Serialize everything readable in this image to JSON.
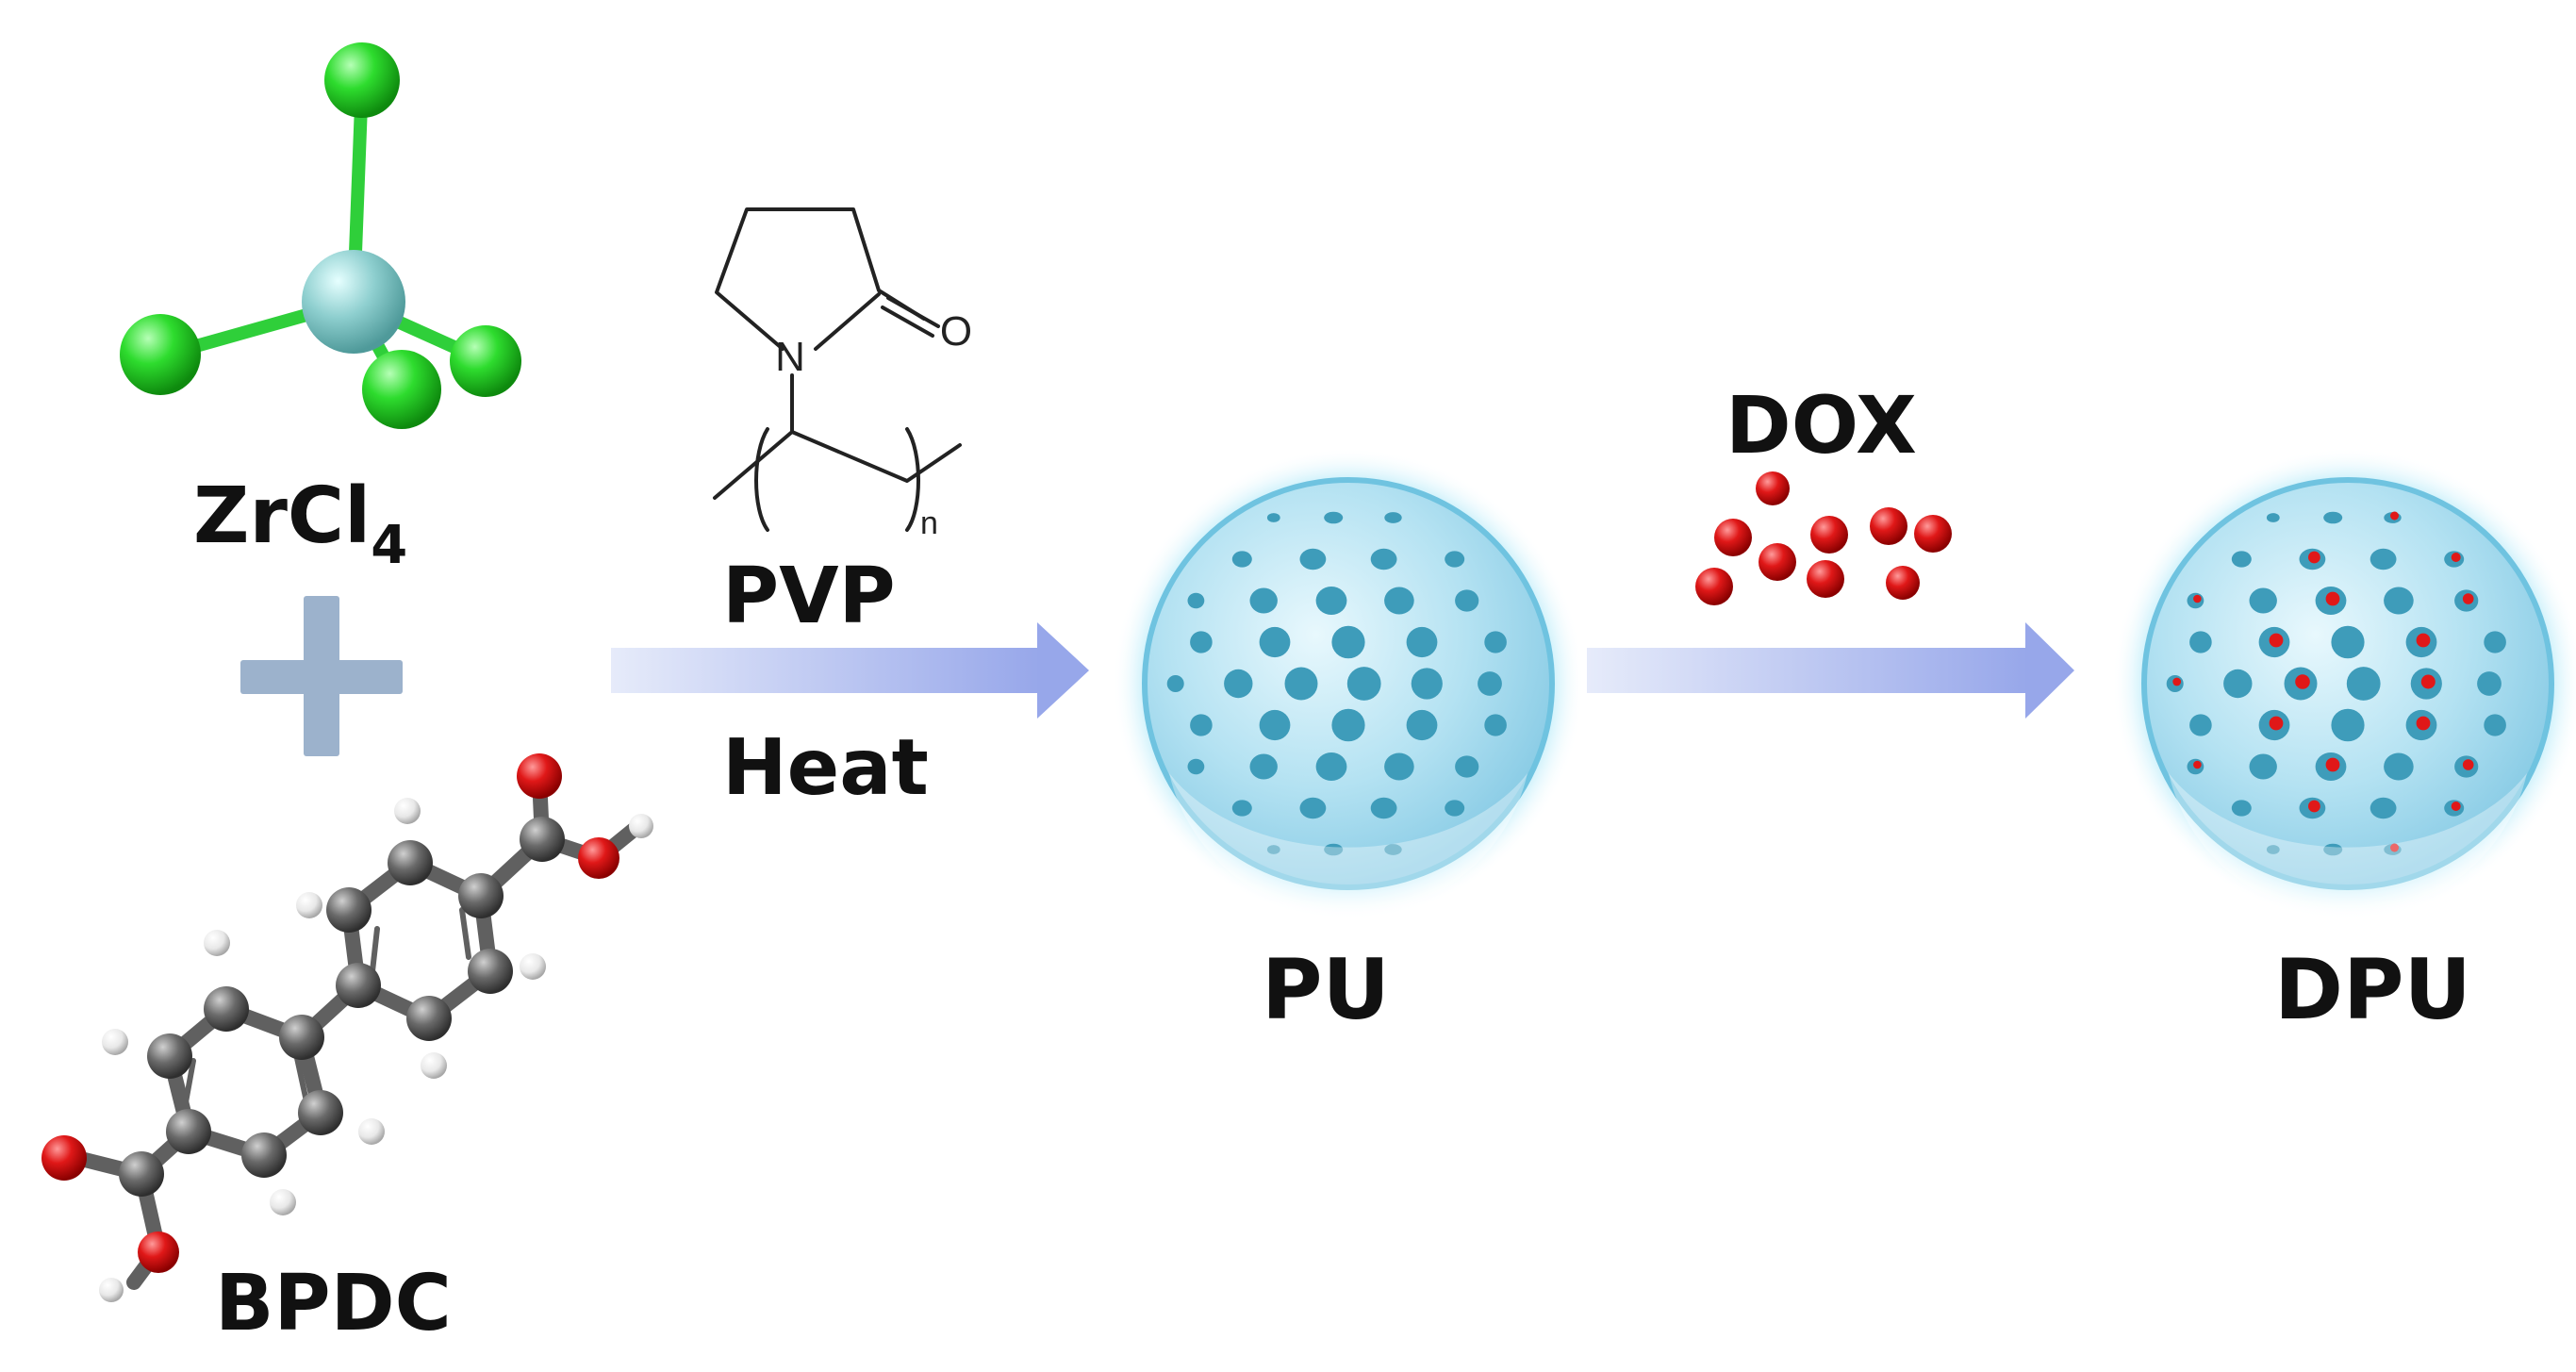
{
  "labels": {
    "zrcl": "ZrCl",
    "zrcl_sub": "4",
    "bpdc": "BPDC",
    "pvp": "PVP",
    "heat": "Heat",
    "dox": "DOX",
    "pu": "PU",
    "dpu": "DPU"
  },
  "structure": {
    "n_atom": "N",
    "o_atom": "O",
    "repeat_n": "n"
  },
  "colors": {
    "zr": "#8ecfcf",
    "cl": "#22cc22",
    "carbon": "#666666",
    "hydrogen": "#eeeeee",
    "oxygen": "#dd1111",
    "plus": "#9cb2cc",
    "arrow": "#a2b0ea",
    "sphere": "#b6e2f2",
    "sphere_pore": "#3e9cba",
    "sphere_glow": "#7fd8f4",
    "dox": "#dd1111"
  },
  "icons": {
    "plus": "plus-icon",
    "arrow": "arrow-right-icon"
  }
}
